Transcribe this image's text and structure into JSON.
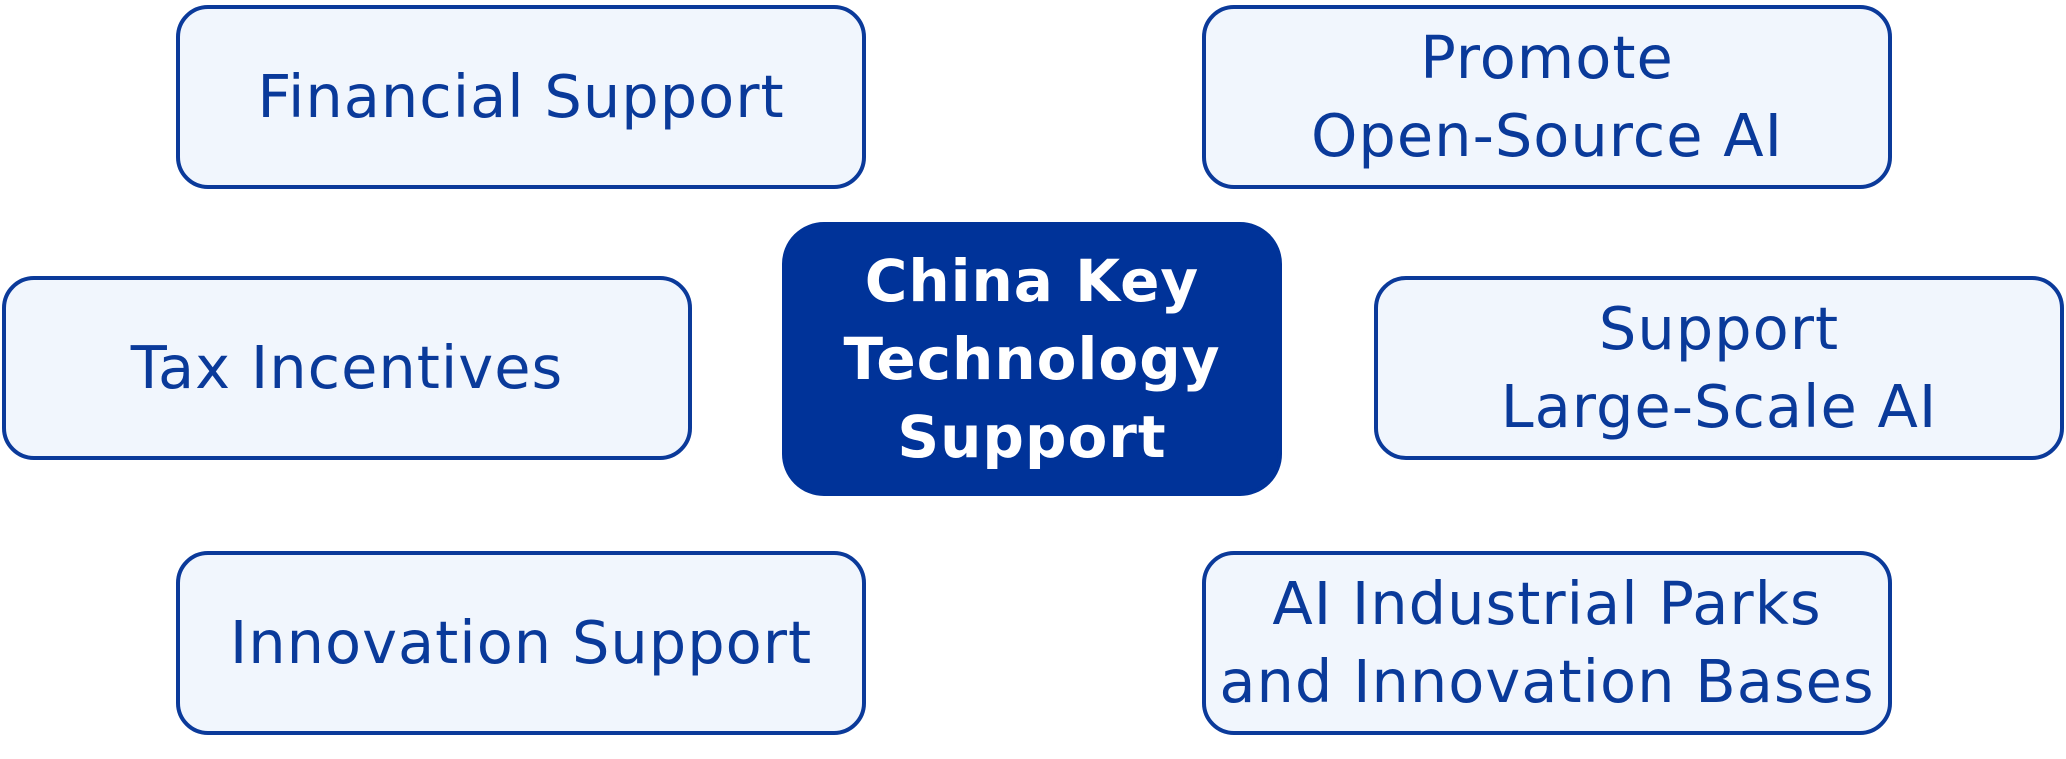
{
  "diagram": {
    "center": {
      "label": "China Key\nTechnology\nSupport"
    },
    "nodes": {
      "financial_support": "Financial Support",
      "promote_open_source_ai": "Promote\nOpen-Source AI",
      "tax_incentives": "Tax Incentives",
      "support_large_scale_ai": "Support\nLarge-Scale AI",
      "innovation_support": "Innovation Support",
      "ai_industrial_parks": "AI Industrial Parks\nand Innovation Bases"
    },
    "colors": {
      "center_fill": "#003399",
      "node_fill": "#f1f6fd",
      "node_border": "#0b3a9a",
      "node_text": "#0a3a9a",
      "center_text": "#ffffff"
    }
  }
}
